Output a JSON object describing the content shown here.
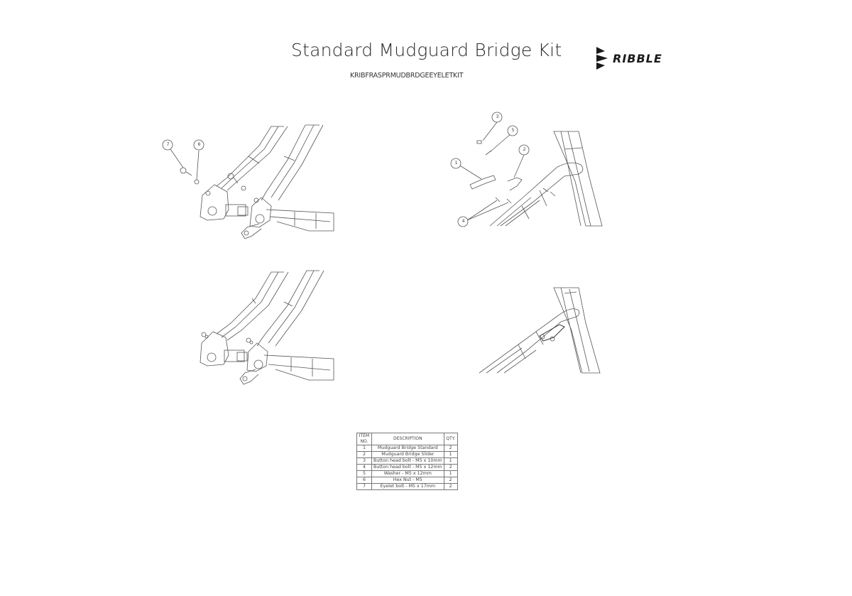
{
  "header": {
    "title": "Standard Mudguard Bridge Kit",
    "part_code": "KRIBFRASPRMUDBRDGEEYELETKIT",
    "brand": "RIBBLE",
    "brand_icon": "ribble-chevron-logo"
  },
  "views": [
    {
      "name": "rear-dropout-exploded",
      "callouts": [
        "7",
        "6"
      ]
    },
    {
      "name": "seatstay-bridge-exploded",
      "callouts": [
        "3",
        "5",
        "1",
        "2",
        "4"
      ]
    },
    {
      "name": "rear-dropout-assembled",
      "callouts": []
    },
    {
      "name": "seatstay-bridge-assembled",
      "callouts": []
    }
  ],
  "callouts": {
    "c1": "1",
    "c2": "2",
    "c3": "3",
    "c4": "4",
    "c5": "5",
    "c6": "6",
    "c7": "7"
  },
  "bom": {
    "headers": {
      "item": "ITEM NO.",
      "item_line1": "ITEM",
      "item_line2": "NO.",
      "description": "DESCRIPTION",
      "qty": "QTY."
    },
    "rows": [
      {
        "item": "1",
        "description": "Mudguard Bridge Standard",
        "qty": "2"
      },
      {
        "item": "2",
        "description": "Mudguard Bridge Slider",
        "qty": "1"
      },
      {
        "item": "3",
        "description": "Button head bolt - M5 x 10mm",
        "qty": "1"
      },
      {
        "item": "4",
        "description": "Button head bolt - M5 x 12mm",
        "qty": "2"
      },
      {
        "item": "5",
        "description": "Washer - M5 x 12mm",
        "qty": "1"
      },
      {
        "item": "6",
        "description": "Hex Nut - M5",
        "qty": "2"
      },
      {
        "item": "7",
        "description": "Eyelet bolt - M5 x 17mm",
        "qty": "2"
      }
    ]
  },
  "colors": {
    "line": "#555555",
    "text": "#2a2a2a",
    "background": "#ffffff"
  }
}
